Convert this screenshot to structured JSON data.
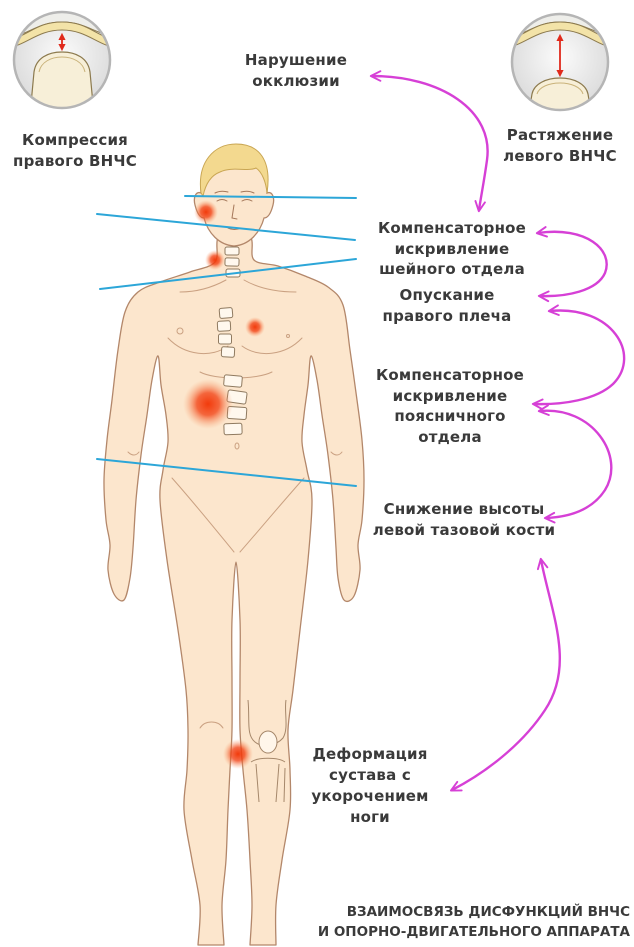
{
  "insets": {
    "left": {
      "label": [
        "Компрессия",
        "правого ВНЧС"
      ]
    },
    "right": {
      "label": [
        "Растяжение",
        "левого ВНЧС"
      ]
    }
  },
  "labels": {
    "occlusion": [
      "Нарушение",
      "окклюзии"
    ],
    "cervical": [
      "Компенсаторное",
      "искривление",
      "шейного отдела"
    ],
    "shoulder": [
      "Опускание",
      "правого плеча"
    ],
    "lumbar": [
      "Компенсаторное",
      "искривление",
      "поясничного",
      "отдела"
    ],
    "pelvis": [
      "Снижение высоты",
      "левой тазовой кости"
    ],
    "leg": [
      "Деформация",
      "сустава с",
      "укорочением",
      "ноги"
    ]
  },
  "caption": [
    "ВЗАИМОСВЯЗЬ ДИСФУНКЦИЙ ВНЧС",
    "И ОПОРНО-ДВИГАТЕЛЬНОГО АППАРАТА"
  ],
  "colors": {
    "text": "#3a3a3a",
    "arrow": "#d640d6",
    "reference_line": "#2ca6d8",
    "pain_spot": "#f23b0c",
    "skin": "#fce6cd",
    "outline": "#b3876a",
    "hair": "#f3d98f",
    "joint_arrow": "#e02a1c",
    "inset_border": "#b5b5b5"
  }
}
